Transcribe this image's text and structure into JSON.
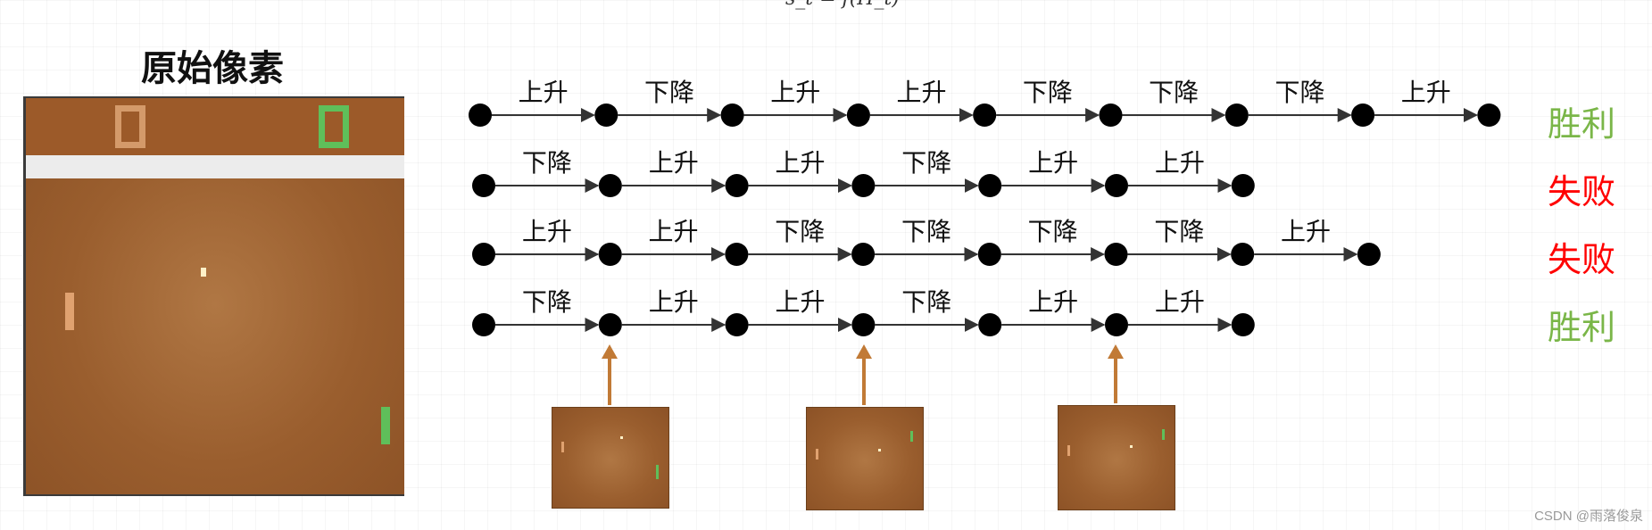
{
  "header": {
    "formula": "s_t = f(H_t)",
    "title": "原始像素"
  },
  "chains": [
    {
      "actions": [
        "上升",
        "下降",
        "上升",
        "上升",
        "下降",
        "下降",
        "下降",
        "上升"
      ],
      "result": "胜利",
      "result_color": "#7ab648"
    },
    {
      "actions": [
        "下降",
        "上升",
        "上升",
        "下降",
        "上升",
        "上升"
      ],
      "result": "失败",
      "result_color": "#ff0000"
    },
    {
      "actions": [
        "上升",
        "上升",
        "下降",
        "下降",
        "下降",
        "下降",
        "上升"
      ],
      "result": "失败",
      "result_color": "#ff0000"
    },
    {
      "actions": [
        "下降",
        "上升",
        "上升",
        "下降",
        "上升",
        "上升"
      ],
      "result": "胜利",
      "result_color": "#7ab648"
    }
  ],
  "colors": {
    "node": "#000000",
    "edge": "#333333",
    "arrow_up": "#c17a36",
    "pong_background": "#9a5e2e",
    "paddle_orange": "#e0a270",
    "paddle_green": "#5fbf5a"
  },
  "watermark": "CSDN @雨落俊泉"
}
